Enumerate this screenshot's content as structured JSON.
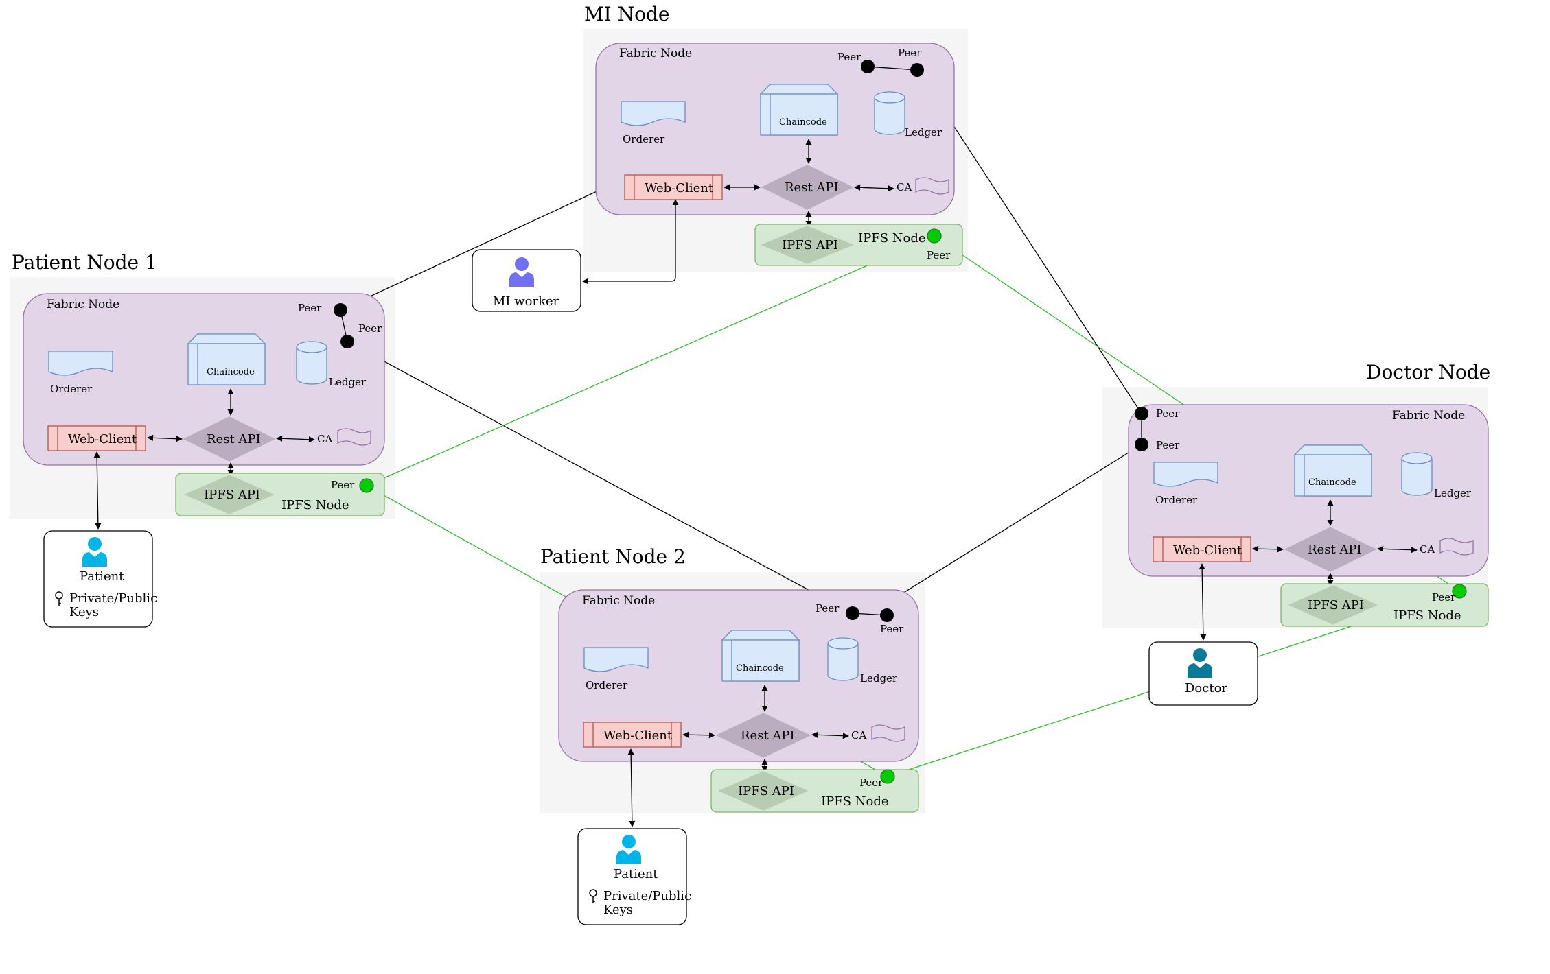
{
  "colors": {
    "cluster_bg": "#f5f5f5",
    "fabric_fill": "#e1d5e7",
    "fabric_stroke": "#9673a6",
    "ipfs_fill": "#d5e8d4",
    "ipfs_stroke": "#82b366",
    "ipfs_api_fill": "#b8ccb4",
    "rest_api_fill": "#bbadc0",
    "webclient_fill": "#f8cecc",
    "webclient_stroke": "#b85450",
    "component_fill": "#dae8fc",
    "component_stroke": "#6c8ebf",
    "peer_black": "#000000",
    "peer_green": "#00cc00",
    "green_line": "#33bb33",
    "patient_icon": "#00b4e6",
    "mi_worker_icon": "#7070f0",
    "doctor_icon": "#0a7a99"
  },
  "nodes": {
    "mi": {
      "title": "MI Node",
      "fabric_label": "Fabric Node",
      "peer_a": "Peer",
      "peer_b": "Peer",
      "orderer": "Orderer",
      "chaincode": "Chaincode",
      "ledger": "Ledger",
      "web_client": "Web-Client",
      "rest_api": "Rest API",
      "ca": "CA",
      "ipfs_api": "IPFS API",
      "ipfs_node": "IPFS Node",
      "ipfs_peer": "Peer"
    },
    "patient1": {
      "title": "Patient Node 1",
      "fabric_label": "Fabric Node",
      "peer_a": "Peer",
      "peer_b": "Peer",
      "orderer": "Orderer",
      "chaincode": "Chaincode",
      "ledger": "Ledger",
      "web_client": "Web-Client",
      "rest_api": "Rest API",
      "ca": "CA",
      "ipfs_api": "IPFS API",
      "ipfs_node": "IPFS Node",
      "ipfs_peer": "Peer"
    },
    "patient2": {
      "title": "Patient Node 2",
      "fabric_label": "Fabric Node",
      "peer_a": "Peer",
      "peer_b": "Peer",
      "orderer": "Orderer",
      "chaincode": "Chaincode",
      "ledger": "Ledger",
      "web_client": "Web-Client",
      "rest_api": "Rest API",
      "ca": "CA",
      "ipfs_api": "IPFS API",
      "ipfs_node": "IPFS Node",
      "ipfs_peer": "Peer"
    },
    "doctor": {
      "title": "Doctor Node",
      "fabric_label": "Fabric Node",
      "peer_a": "Peer",
      "peer_b": "Peer",
      "orderer": "Orderer",
      "chaincode": "Chaincode",
      "ledger": "Ledger",
      "web_client": "Web-Client",
      "rest_api": "Rest API",
      "ca": "CA",
      "ipfs_api": "IPFS API",
      "ipfs_node": "IPFS Node",
      "ipfs_peer": "Peer"
    }
  },
  "actors": {
    "mi_worker": {
      "label": "MI worker",
      "icon": "user-icon"
    },
    "patient1": {
      "label": "Patient",
      "keys_line1": "Private/Public",
      "keys_line2": "Keys",
      "icon": "user-icon",
      "key_icon": "key-icon"
    },
    "patient2": {
      "label": "Patient",
      "keys_line1": "Private/Public",
      "keys_line2": "Keys",
      "icon": "user-icon",
      "key_icon": "key-icon"
    },
    "doctor": {
      "label": "Doctor",
      "icon": "user-icon"
    }
  }
}
